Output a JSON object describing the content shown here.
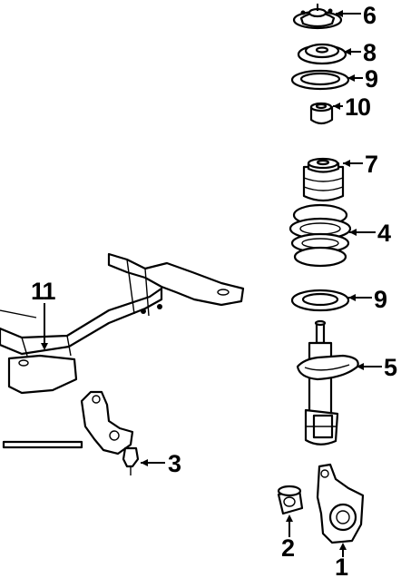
{
  "callouts": [
    {
      "id": "c6",
      "label": "6"
    },
    {
      "id": "c8",
      "label": "8"
    },
    {
      "id": "c9a",
      "label": "9"
    },
    {
      "id": "c10",
      "label": "10"
    },
    {
      "id": "c7",
      "label": "7"
    },
    {
      "id": "c4",
      "label": "4"
    },
    {
      "id": "c11",
      "label": "11"
    },
    {
      "id": "c9b",
      "label": "9"
    },
    {
      "id": "c5",
      "label": "5"
    },
    {
      "id": "c3",
      "label": "3"
    },
    {
      "id": "c2",
      "label": "2"
    },
    {
      "id": "c1",
      "label": "1"
    }
  ],
  "colors": {
    "ink": "#000000",
    "background": "#ffffff"
  }
}
